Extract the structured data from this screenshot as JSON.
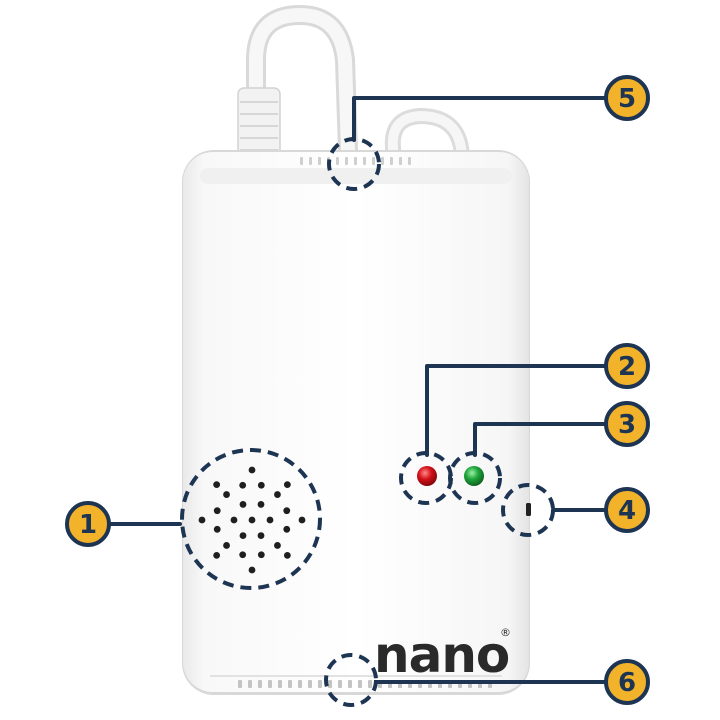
{
  "device": {
    "brand": "nano",
    "trademark": "®"
  },
  "callouts": [
    {
      "number": "1",
      "target": "speaker"
    },
    {
      "number": "2",
      "target": "red-led"
    },
    {
      "number": "3",
      "target": "green-led"
    },
    {
      "number": "4",
      "target": "button"
    },
    {
      "number": "5",
      "target": "top-vent"
    },
    {
      "number": "6",
      "target": "bottom-vent"
    }
  ],
  "colors": {
    "badge_fill": "#f2b22a",
    "badge_outline": "#1d3553",
    "leader_line": "#1d3553",
    "red_led": "#d4121b",
    "green_led": "#1ea53a",
    "logo": "#2a2a2a"
  }
}
